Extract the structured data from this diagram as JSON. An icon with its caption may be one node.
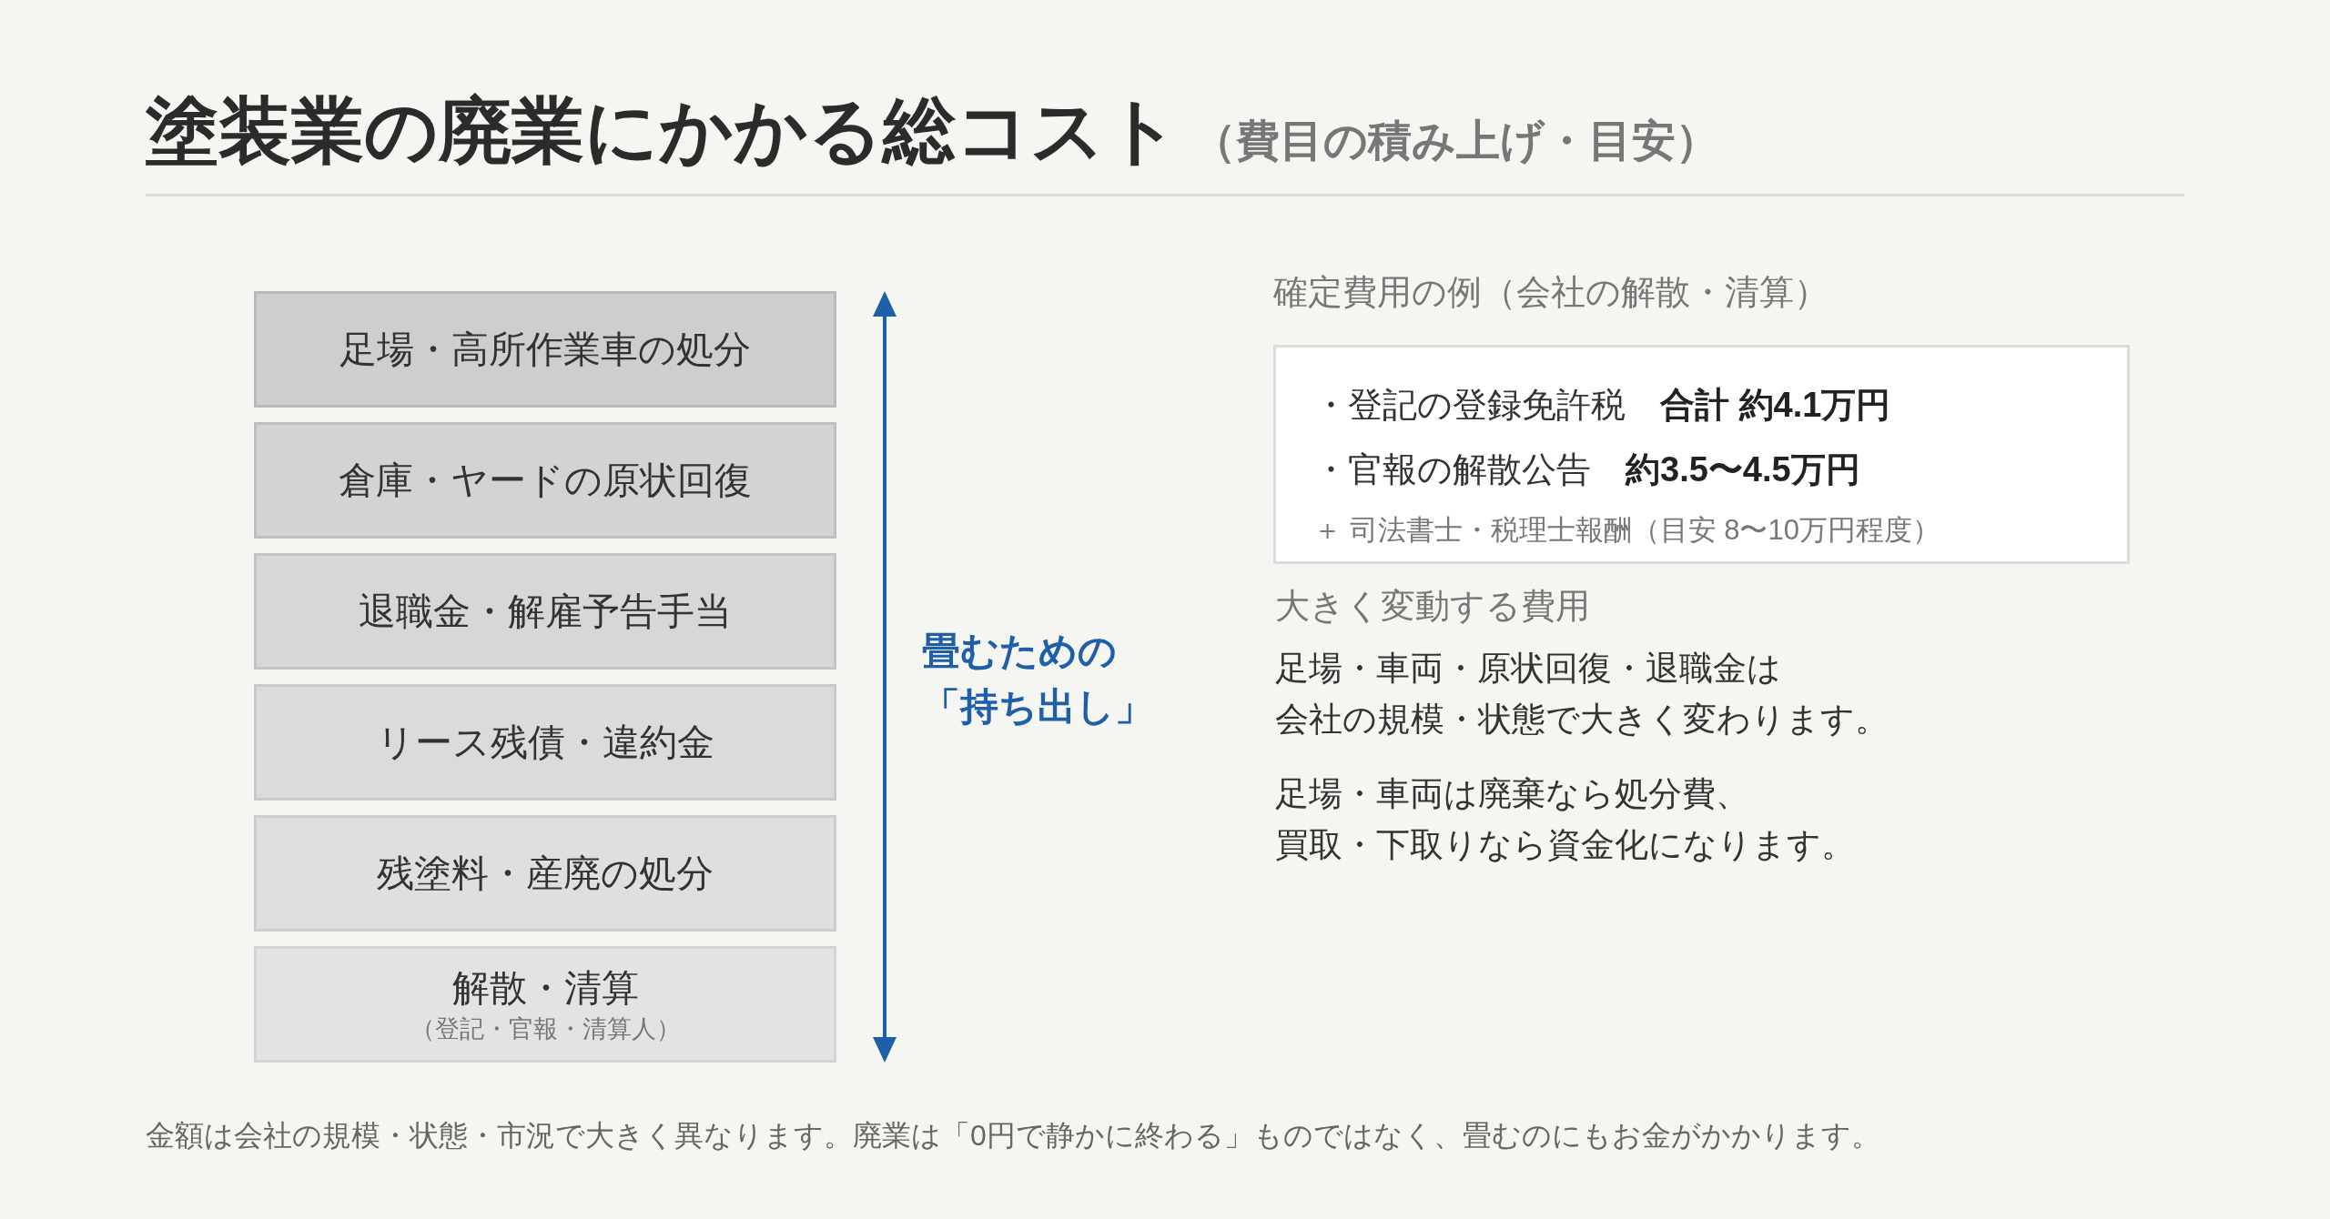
{
  "diagram": {
    "title": "塗装業の廃業にかかる総コスト",
    "caption": "金額は会社の規模・状態・市況で大きく異なります。廃業は「0円で静かに終わる」ものではなく、畳むのにもお金がかかります。",
    "nodes": [
      {
        "text": [
          "足場・高所作業車の処分"
        ]
      },
      {
        "text": [
          "倉庫・ヤードの原状回復"
        ]
      },
      {
        "text": [
          "退職金・解雇予告手当"
        ]
      },
      {
        "text": [
          "リース残債・違約金"
        ]
      },
      {
        "text": [
          "残塗料・産廃の処分"
        ]
      },
      {
        "text": [
          "解散・清算",
          "（登記・官報・清算人）"
        ]
      },
      {
        "text": [
          "確定費用の例（会社の解散・清算）",
          "・登記の登録免許税　**合計 約4.1万円**",
          "・官報の解散公告　**約3.5〜4.5万円**",
          "＋ 司法書士・税理士報酬（目安 8〜10万円程度）"
        ]
      }
    ],
    "labels": [
      "（費目の積み上げ・目安）",
      "畳むための「持ち出し」",
      "大きく変動する費用",
      "足場・車両・原状回復・退職金は会社の規模・状態で大きく変わります。",
      "足場・車両は廃棄なら処分費、買取・下取りなら資金化になります。"
    ]
  }
}
